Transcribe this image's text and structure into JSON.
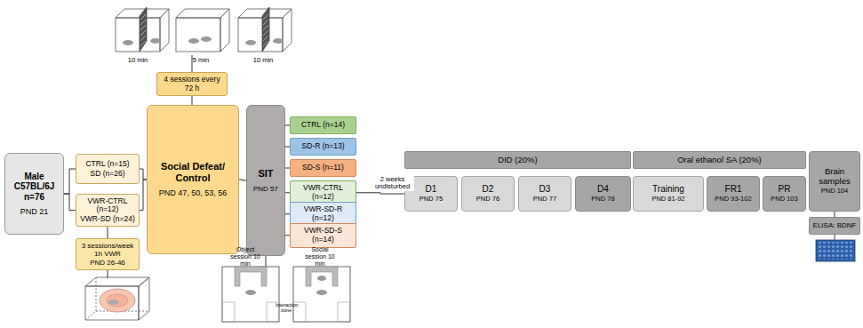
{
  "diagram": {
    "nodes": [
      {
        "text": [
          "Male C57BL/6J n=76",
          "PND 21"
        ]
      },
      {
        "text": [
          "CTRL (n=15)",
          "SD (n=26)"
        ]
      },
      {
        "text": [
          "VWR-CTRL (n=12)",
          "VWR-SD (n=24)"
        ]
      },
      {
        "text": [
          "3 sessions/week 1h VWR",
          "PND 26-46"
        ]
      },
      {
        "text": [
          "4 sessions every 72 h"
        ]
      },
      {
        "text": [
          "Social Defeat/ Control",
          "PND 47, 50, 53, 56"
        ]
      },
      {
        "text": [
          "SIT",
          "PND 57"
        ]
      },
      {
        "text": [
          "CTRL (n=14)"
        ]
      },
      {
        "text": [
          "SD-R (n=13)"
        ]
      },
      {
        "text": [
          "SD-S (n=11)"
        ]
      },
      {
        "text": [
          "VWR-CTRL (n=12)"
        ]
      },
      {
        "text": [
          "VWR-SD-R (n=12)"
        ]
      },
      {
        "text": [
          "VWR-SD-S (n=14)"
        ]
      },
      {
        "text": [
          "DID (20%)"
        ]
      },
      {
        "text": [
          "D1",
          "PND 75"
        ]
      },
      {
        "text": [
          "D2",
          "PND 76"
        ]
      },
      {
        "text": [
          "D3",
          "PND 77"
        ]
      },
      {
        "text": [
          "D4",
          "PND 78"
        ]
      },
      {
        "text": [
          "Oral ethanol SA (20%)"
        ]
      },
      {
        "text": [
          "Training",
          "PND 81-92"
        ]
      },
      {
        "text": [
          "FR1",
          "PND 93-102"
        ]
      },
      {
        "text": [
          "PR",
          "PND 103"
        ]
      },
      {
        "text": [
          "Brain samples",
          "PND 104"
        ]
      },
      {
        "text": [
          "ELISA: BDNF"
        ]
      }
    ],
    "edges": [
      {
        "from": 0,
        "to": 1,
        "arrow": "none"
      },
      {
        "from": 0,
        "to": 2,
        "arrow": "none"
      },
      {
        "from": 2,
        "to": 3,
        "arrow": "none"
      },
      {
        "from": 1,
        "to": 5,
        "arrow": "none"
      },
      {
        "from": 2,
        "to": 5,
        "arrow": "none"
      },
      {
        "from": 4,
        "to": 5,
        "arrow": "none"
      },
      {
        "from": 5,
        "to": 6,
        "arrow": "none"
      },
      {
        "from": 6,
        "to": 7,
        "arrow": "none"
      },
      {
        "from": 6,
        "to": 8,
        "arrow": "none"
      },
      {
        "from": 6,
        "to": 9,
        "arrow": "none"
      },
      {
        "from": 6,
        "to": 10,
        "arrow": "none"
      },
      {
        "from": 6,
        "to": 11,
        "arrow": "none"
      },
      {
        "from": 6,
        "to": 12,
        "arrow": "none"
      },
      {
        "from": 10,
        "to": 14,
        "label": "2 weeks undisturbed",
        "arrow": "none"
      },
      {
        "from": 22,
        "to": 23,
        "arrow": "none"
      }
    ],
    "labels": [
      "10 min",
      "5 min",
      "10 min",
      "Object session 10 min",
      "Social session 10 min",
      "Interaction zone"
    ]
  }
}
